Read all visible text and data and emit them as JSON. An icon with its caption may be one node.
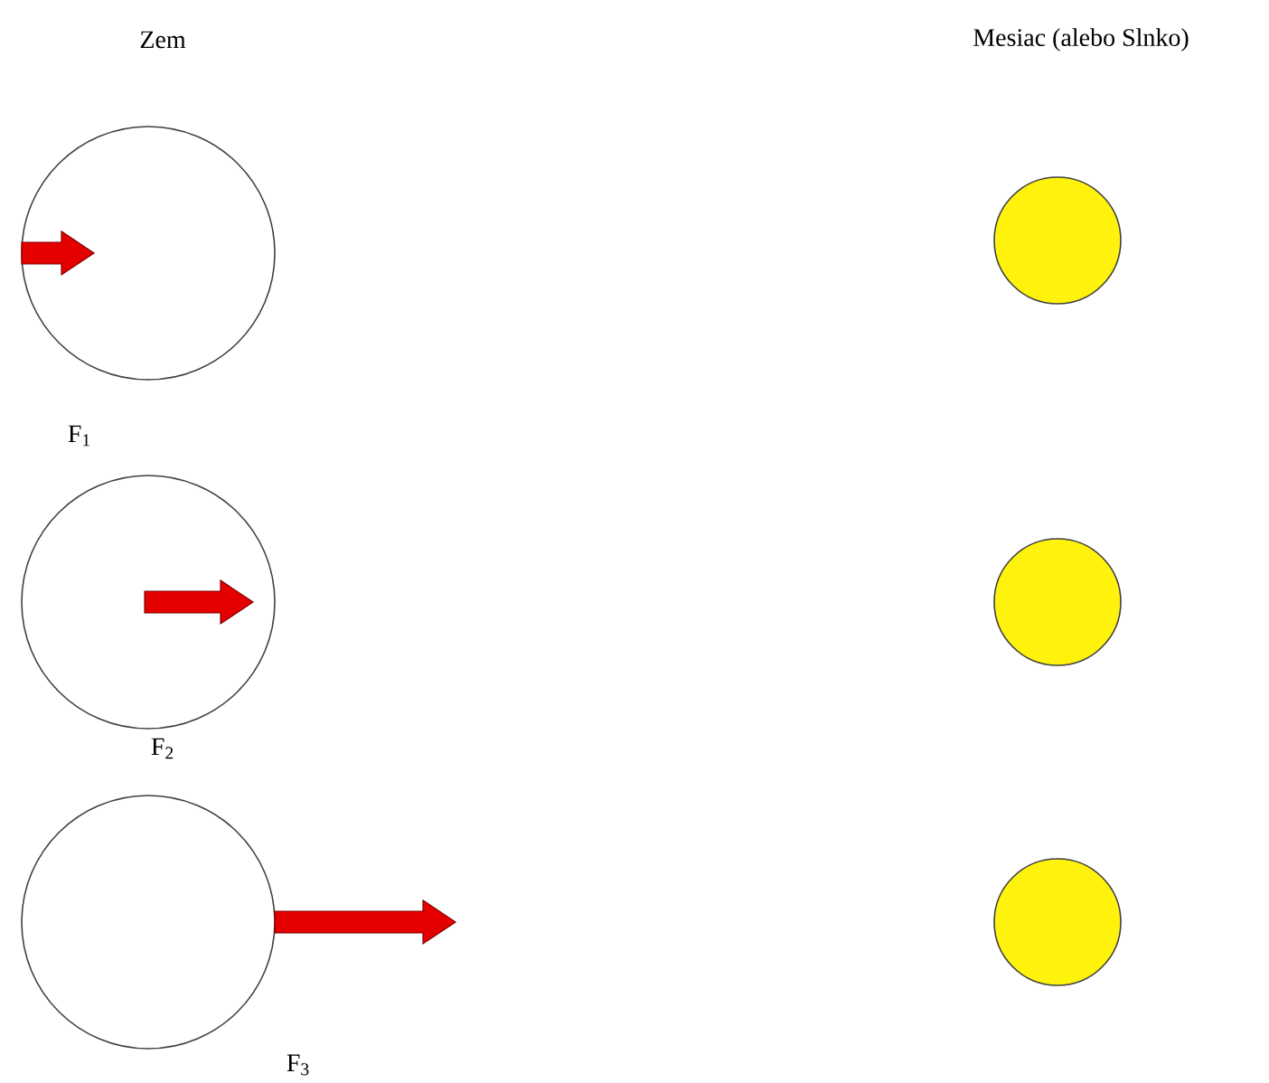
{
  "diagram": {
    "nodes": [
      {
        "text": [],
        "shape": "circle"
      },
      {
        "text": [],
        "shape": "circle"
      },
      {
        "text": [],
        "shape": "circle"
      },
      {
        "text": [],
        "shape": "circle"
      },
      {
        "text": [],
        "shape": "circle"
      },
      {
        "text": [],
        "shape": "circle"
      }
    ],
    "labels": [
      "Zem",
      "Mesiac (alebo Slnko)",
      "F$_{1}$",
      "F$_{2}$",
      "F$_{3}$"
    ]
  }
}
